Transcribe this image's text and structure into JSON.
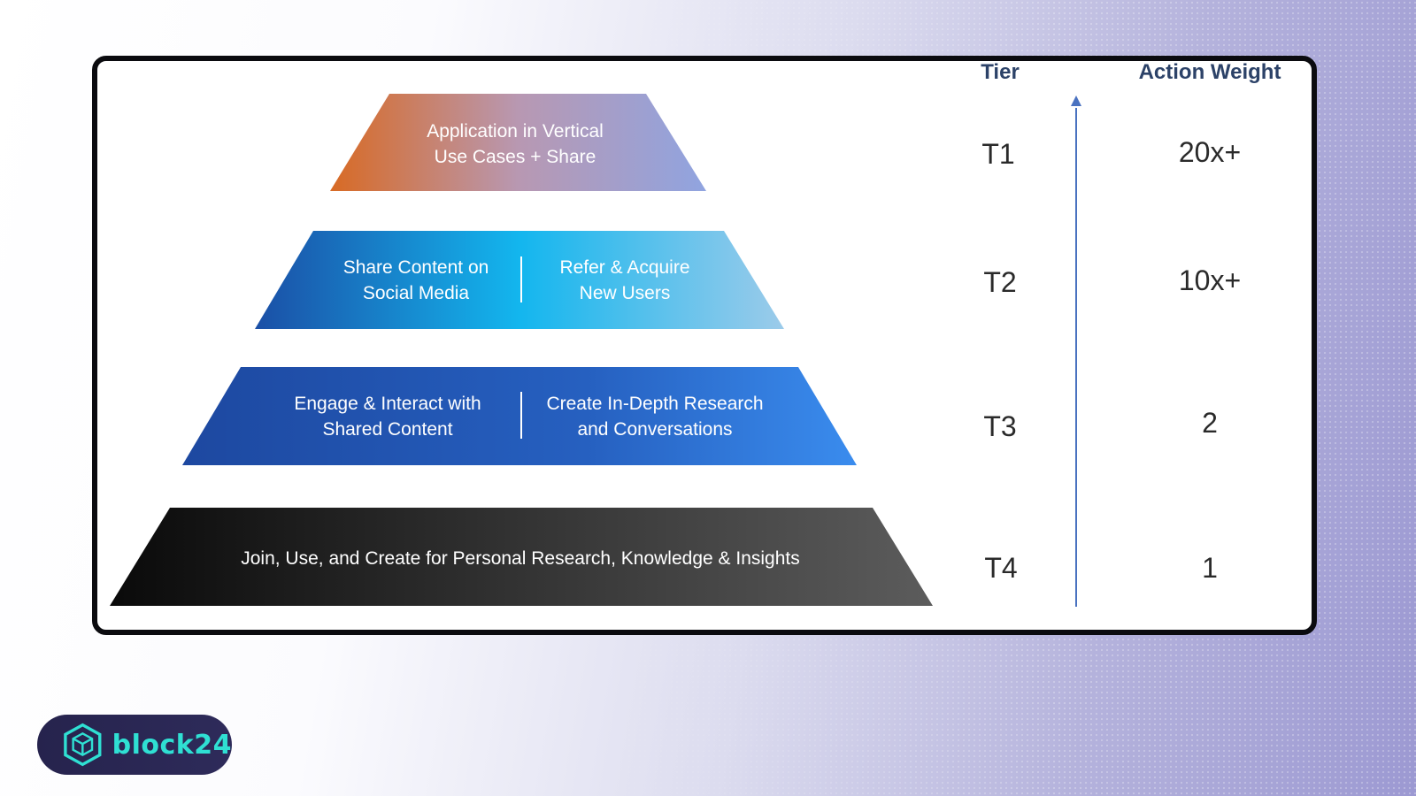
{
  "columns": {
    "tier_header": "Tier",
    "weight_header": "Action Weight"
  },
  "levels": [
    {
      "tier": "T1",
      "weight": "20x+",
      "left_line1": "Application in Vertical",
      "left_line2": "Use Cases + Share"
    },
    {
      "tier": "T2",
      "weight": "10x+",
      "left_line1": "Share Content on",
      "left_line2": "Social Media",
      "right_line1": "Refer & Acquire",
      "right_line2": "New Users"
    },
    {
      "tier": "T3",
      "weight": "2",
      "left_line1": "Engage & Interact with",
      "left_line2": "Shared Content",
      "right_line1": "Create In-Depth Research",
      "right_line2": "and Conversations"
    },
    {
      "tier": "T4",
      "weight": "1",
      "left_line1": "Join, Use, and Create for Personal Research, Knowledge & Insights"
    }
  ],
  "colors": {
    "level1": [
      "#d86a24",
      "#b898b2",
      "#90a4e0"
    ],
    "level2": [
      "#1b5fb8",
      "#13b6ee",
      "#8cc7ea"
    ],
    "level3": [
      "#1f4ea8",
      "#2a64c4",
      "#3a88ea"
    ],
    "level4": [
      "#0c0c0c",
      "#5a5a5a"
    ],
    "arrow": "#4a72c0",
    "brand_accent": "#2fe0d3"
  },
  "brand": {
    "name": "block24",
    "icon": "cube-icon"
  }
}
